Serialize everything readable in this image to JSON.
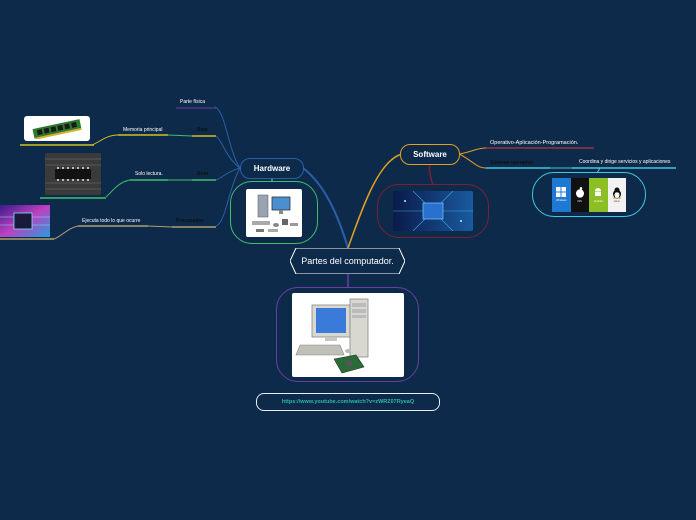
{
  "central": {
    "title": "Partes del computador."
  },
  "hardware": {
    "title": "Hardware",
    "branches": [
      {
        "label": "Parte física",
        "child": ""
      },
      {
        "label": "Ram",
        "child": "Memoria principal"
      },
      {
        "label": "Rom",
        "child": "Solo lectura."
      },
      {
        "label": "Procesador",
        "child": "Ejecuta todo lo que ocurre"
      }
    ]
  },
  "software": {
    "title": "Software",
    "branches": [
      {
        "label": "Operativo-Aplicación-Programación.",
        "child": ""
      },
      {
        "label": "Sistema operativo",
        "child": "Coordina y dirige servicios y aplicaciones"
      }
    ],
    "os_icons": [
      "windows-icon",
      "apple-icon",
      "android-icon",
      "linux-icon"
    ],
    "os_icon_labels": [
      "Windows",
      "iOS",
      "Android",
      "Linux"
    ]
  },
  "link": {
    "url": "https://www.youtube.com/watch?v=zWRZ07RyeaQ"
  },
  "colors": {
    "background": "#0d2a4a",
    "hardware": "#2a5fa8",
    "software": "#e0a020",
    "green": "#3fbf6a",
    "purple": "#6a3fa0",
    "crimson": "#7a1f3a",
    "red": "#d63a3a",
    "cyan": "#40c8e0"
  }
}
